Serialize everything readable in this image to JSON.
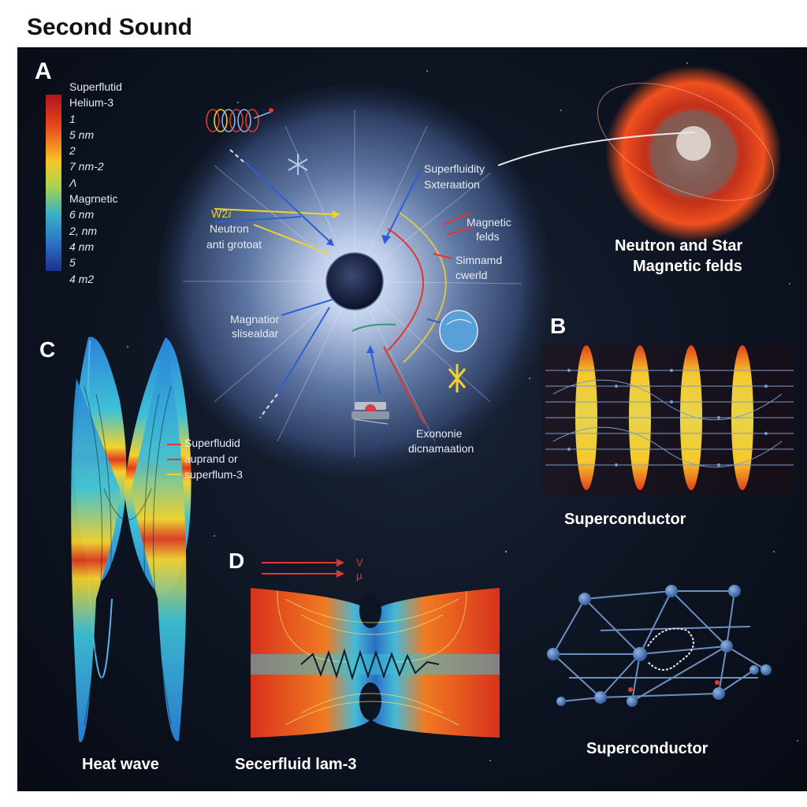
{
  "title": "Second Sound",
  "panels": {
    "a": {
      "letter": "A",
      "colorbar_labels": [
        "Superflutid",
        "Helium-3",
        "1",
        "5 nm",
        "2",
        "7 nm-2",
        "Λ",
        "Magrnetic",
        "6 nm",
        "2, nm",
        "4 nm",
        "5",
        "4 m2"
      ],
      "labels": {
        "w2v": "W2ⅈ",
        "neutron": "Neutron",
        "anti": "anti grotoat",
        "superfluidity": "Superfluidity",
        "sxteration": "Sxteraation",
        "magnetic": "Magnetic",
        "felds": "felds",
        "simnamd": "Simnamd",
        "cwerld": "cwerld",
        "magnation": "Magnatior",
        "slisealdar": "slisealdar",
        "exononie": "Exononie",
        "dicnamaation": "dicnamaation"
      },
      "star_caption_1": "Neutron and Star",
      "star_caption_2": "Magnetic felds"
    },
    "b": {
      "letter": "B",
      "caption": "Superconductor"
    },
    "c": {
      "letter": "C",
      "caption": "Heat wave",
      "labels": [
        "Superfludid",
        "auprand or",
        "superflum-3"
      ]
    },
    "d": {
      "letter": "D",
      "caption": "Secerfluid lam-3",
      "arrow_labels": [
        "V",
        "μ"
      ]
    },
    "e": {
      "caption": "Superconductor"
    }
  },
  "colors": {
    "panel_bg": "#0d1422",
    "hot": "#e23a1d",
    "warm": "#f7c628",
    "cool": "#3aa8d8",
    "accent_yellow": "#f2d22e",
    "accent_red": "#e0392b",
    "accent_blue": "#2d5fd3"
  }
}
